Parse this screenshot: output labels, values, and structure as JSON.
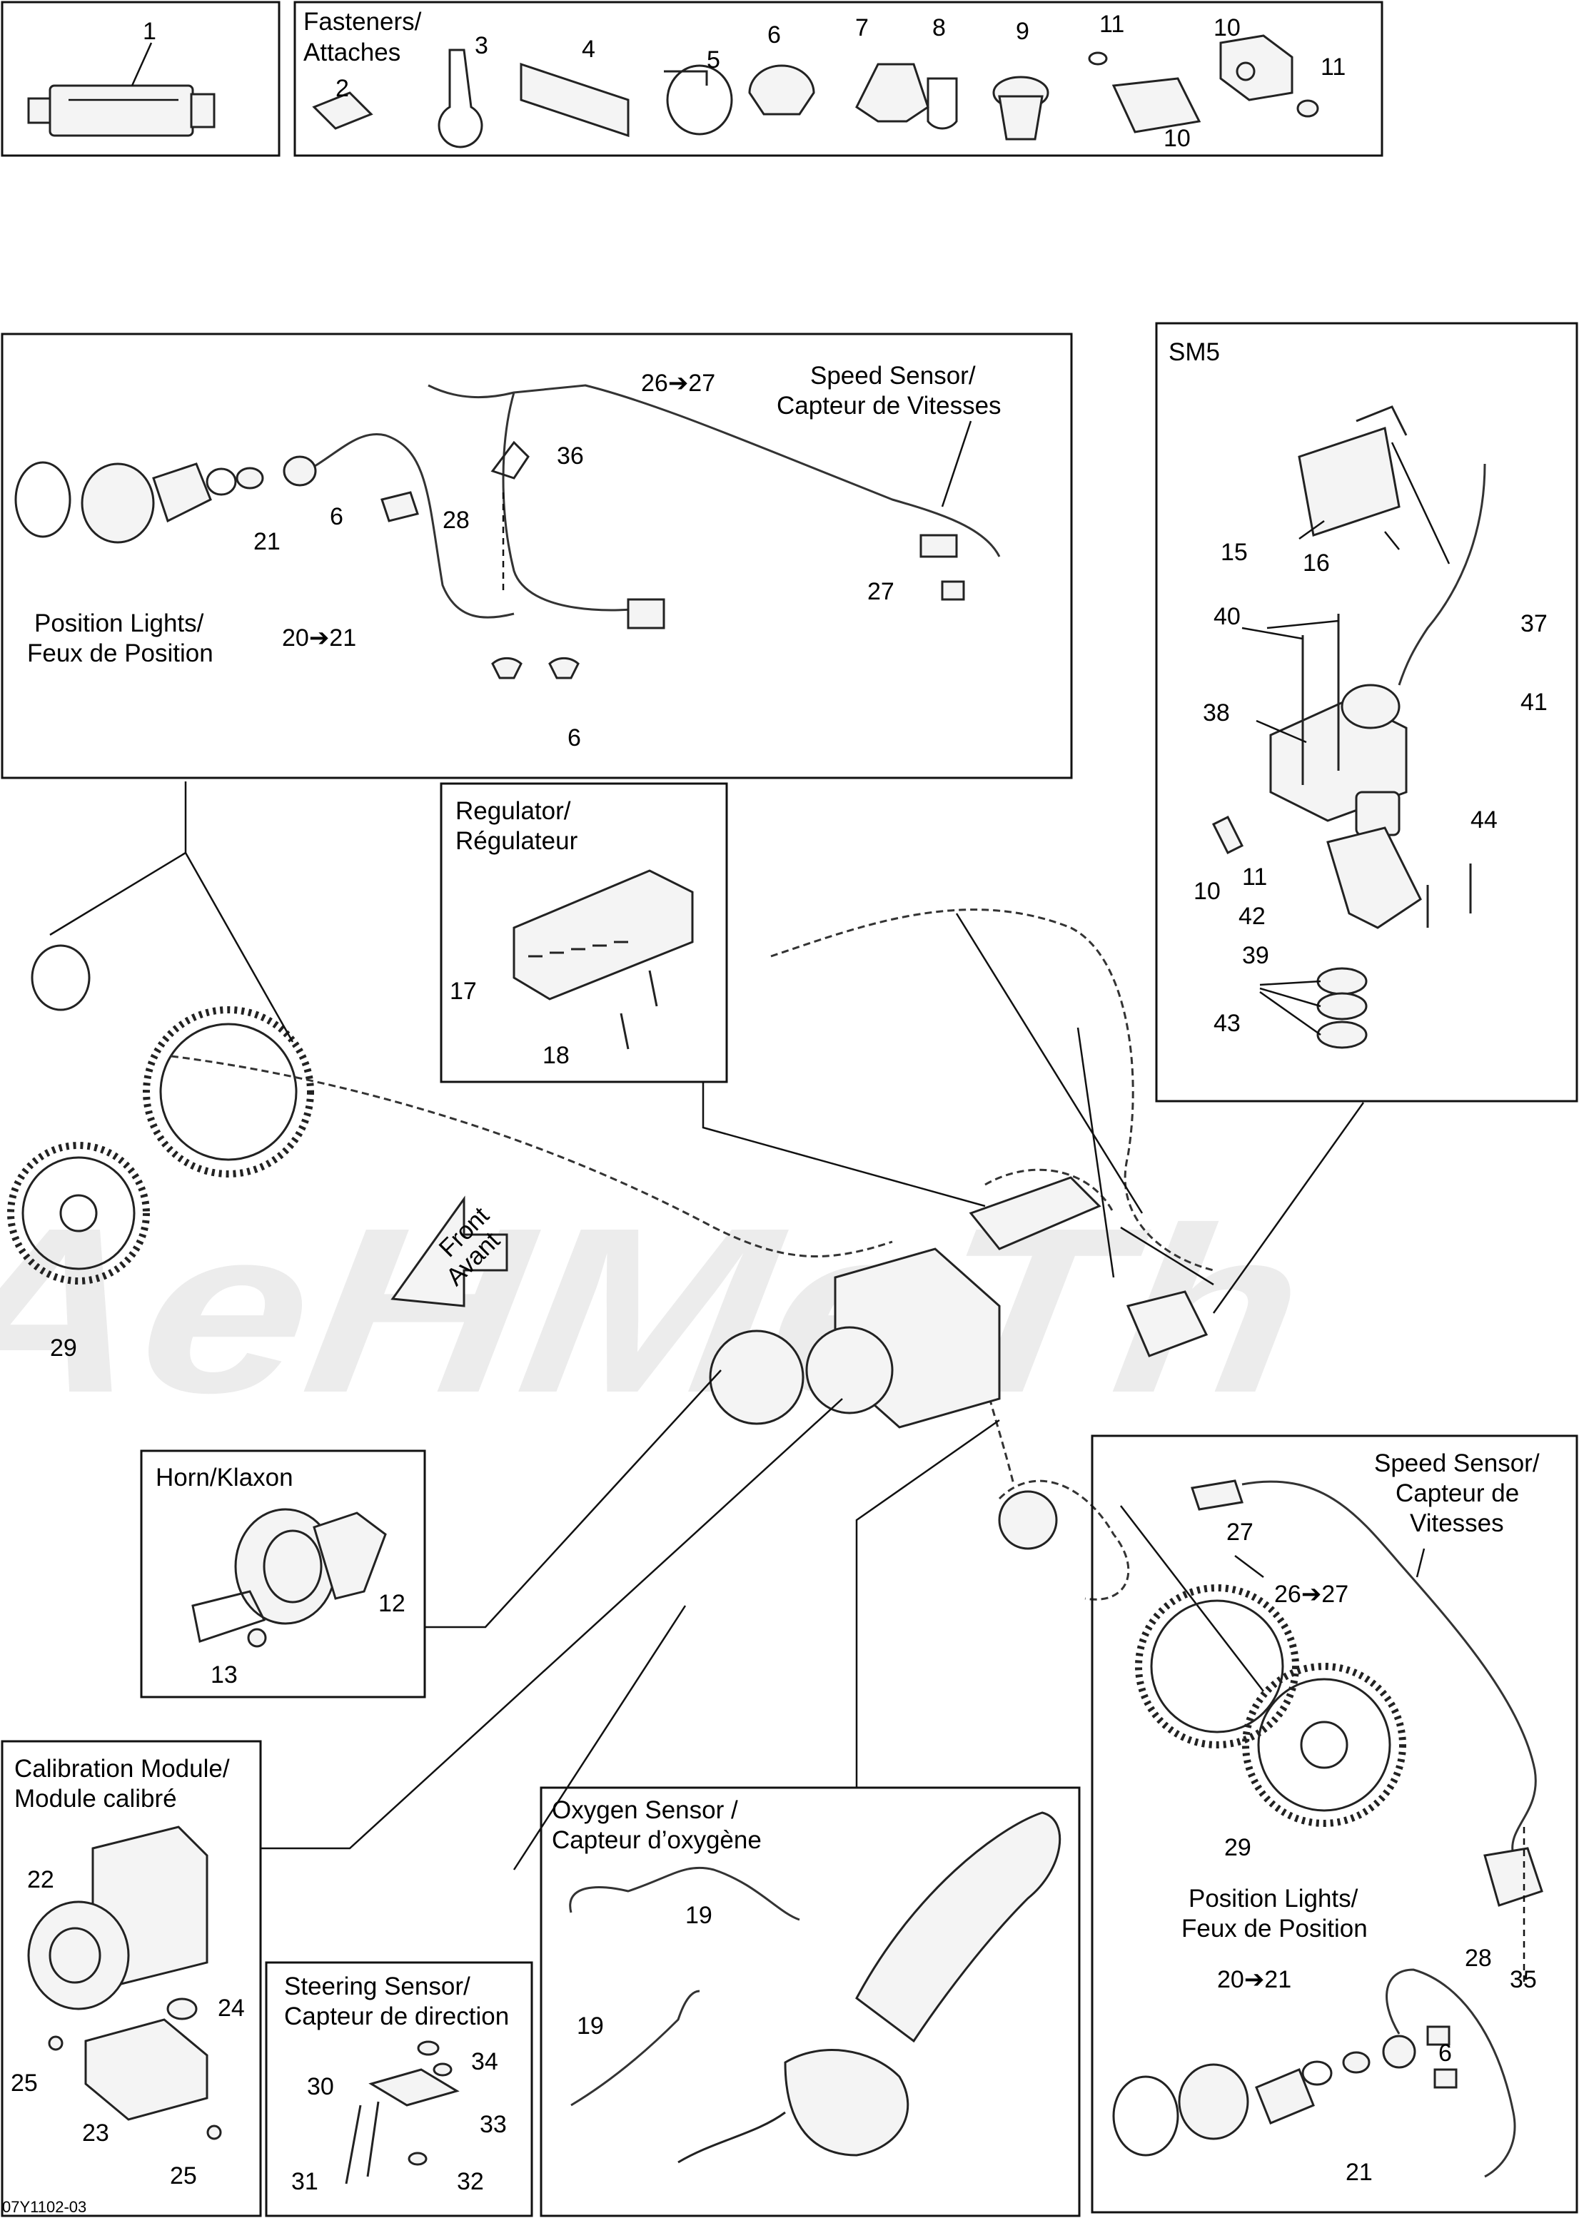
{
  "watermark": "AeHMeTh",
  "footer": {
    "code": "07Y1102-03"
  },
  "direction": {
    "line1": "Front",
    "line2": "Avant"
  },
  "boxes": {
    "fasteners": {
      "line1": "Fasteners/",
      "line2": "Attaches"
    },
    "speed_sensor_top": {
      "line1": "Speed Sensor/",
      "line2": "Capteur de Vitesses"
    },
    "position_lights_top": {
      "line1": "Position Lights/",
      "line2": "Feux de Position"
    },
    "sm5": {
      "title": "SM5"
    },
    "regulator": {
      "line1": "Regulator/",
      "line2": "Régulateur"
    },
    "horn": {
      "title": "Horn/Klaxon"
    },
    "speed_sensor_right": {
      "line1": "Speed Sensor/",
      "line2": "Capteur de",
      "line3": "Vitesses"
    },
    "position_lights_right": {
      "line1": "Position Lights/",
      "line2": "Feux de Position"
    },
    "calibration": {
      "line1": "Calibration Module/",
      "line2": "Module calibré"
    },
    "steering": {
      "line1": "Steering Sensor/",
      "line2": "Capteur de direction"
    },
    "oxygen": {
      "line1": "Oxygen Sensor /",
      "line2": "Capteur d’oxygène"
    }
  },
  "callouts": {
    "c1": "1",
    "c2": "2",
    "c3": "3",
    "c4": "4",
    "c5": "5",
    "c6": "6",
    "c7": "7",
    "c8": "8",
    "c9": "9",
    "c10a": "10",
    "c10b": "10",
    "c11a": "11",
    "c11b": "11",
    "t6a": "6",
    "t6b": "6",
    "t21": "21",
    "t28": "28",
    "t36": "36",
    "t26_27": "26➔27",
    "t27": "27",
    "t20_21": "20➔21",
    "s15": "15",
    "s16": "16",
    "s37": "37",
    "s40": "40",
    "s41": "41",
    "s38": "38",
    "s10": "10",
    "s11": "11",
    "s44": "44",
    "s42": "42",
    "s39": "39",
    "s43": "43",
    "r17": "17",
    "r18": "18",
    "m29": "29",
    "h12": "12",
    "h13": "13",
    "p27": "27",
    "p26_27": "26➔27",
    "p29": "29",
    "p20_21": "20➔21",
    "p28": "28",
    "p35": "35",
    "p6": "6",
    "p21": "21",
    "k22": "22",
    "k24": "24",
    "k25a": "25",
    "k23": "23",
    "k25b": "25",
    "g30": "30",
    "g34": "34",
    "g33": "33",
    "g31": "31",
    "g32": "32",
    "o19a": "19",
    "o19b": "19"
  }
}
